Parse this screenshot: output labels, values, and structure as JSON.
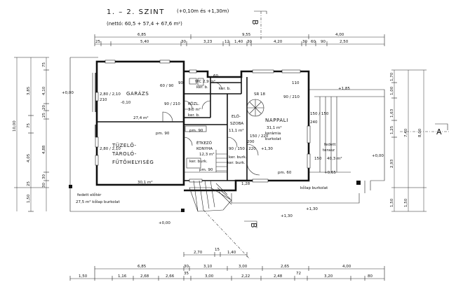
{
  "header": {
    "title": "1. – 2. SZINT",
    "level": "(+0,10m és +1,30m)",
    "net_area": "(nettó: 60,5 + 57,4 + 67,6 m²)"
  },
  "rooms": {
    "garage": {
      "name": "GARÁZS",
      "area": "27,4 m²"
    },
    "fuel_storage": {
      "line1": "TÜZELŐ-",
      "line2": "TÁROLÓ-",
      "line3": "FŰTŐHELYISÉG",
      "area": "30,1 m²"
    },
    "wc": {
      "name": "WC 2,9 m²",
      "floor": "ker. b."
    },
    "corridor": {
      "name": "KÖZL.",
      "area": "3,0 m²",
      "floor": "ker. b."
    },
    "hall": {
      "line1": "ELŐ-",
      "line2": "SZOBA",
      "area": "11,1 m²"
    },
    "kitchen": {
      "line1": "ÉTKEZŐ",
      "line2": "KONYHA",
      "area": "12,3 m²",
      "floor": "ker. burk."
    },
    "living": {
      "name": "NAPPALI",
      "area": "31,1 m²",
      "floor1": "kerámia",
      "floor2": "burkolat"
    },
    "terrace": {
      "line1": "fedett",
      "line2": "terasz",
      "area": "40,3 m²"
    },
    "porch": {
      "line1": "fedett előtér",
      "line2": "27,5 m² kőlap burkolat"
    },
    "terrace_floor": "kőlap burkolat"
  },
  "levels": {
    "garage": "+0,00",
    "garage_floor": "-0,10",
    "living": "+1,85",
    "terrace": "+1,30",
    "terrace2": "+0,00",
    "terrace3": "+0,65",
    "steps": "1,28",
    "porch": "+0,00",
    "entry": "+1,30",
    "living_in": "+1,30"
  },
  "annotations": {
    "stair": "SR 18",
    "kitchen_pm": "pm. 90",
    "living_pm": "pm. 60",
    "hall_pm": "pm. 90",
    "kitchen_sill": "90 / 150 / 220",
    "door_ker": "ker. burk.",
    "living_door": "150 / 220",
    "terrace_door": "150 / 150",
    "garage_door": "2,80 / 2,10",
    "fuel_door": "2,80 / 2,10",
    "garage_window": "60 / 90",
    "section": "A",
    "section_b": "B",
    "ker_b": "ker. b.",
    "pm_small": "pm. 90",
    "wc_door": "60",
    "corridor_door": "90 / 210",
    "corr_90": "90",
    "hall_door": "90 / 210",
    "tiny_150": "150",
    "tiny_110": "110",
    "tiny_240": "240",
    "tiny_200": "200",
    "garage_label2": "210",
    "row_kerburk": "ker. burk."
  },
  "dimensions": {
    "top1": [
      "6,85",
      "9,55",
      "4,00"
    ],
    "top2": [
      "25",
      "5,40",
      "30",
      "3,23",
      "12",
      "1,40",
      "30",
      "4,20",
      "30",
      "60",
      "90",
      "2,50"
    ],
    "bottom_top": [
      "2,70",
      "15",
      "1,40"
    ],
    "bottom1": [
      "6,85",
      "30",
      "3,10",
      "3,00",
      "2,65",
      "4,00"
    ],
    "bottom2": [
      "1,50",
      "1,16",
      "2,68",
      "2,66",
      "35",
      "3,00",
      "2,22",
      "2,48",
      "72",
      "3,20",
      "80"
    ],
    "left1": [
      "10,00"
    ],
    "left2": [
      "3,85",
      "4,10",
      "4,05",
      "4,88",
      "1,50"
    ],
    "left3": [
      "75",
      "20",
      "25",
      "75",
      "30",
      "30",
      "25"
    ],
    "right1": [
      "8,00"
    ],
    "right2": [
      "7,40",
      "1,50"
    ],
    "right3": [
      "1,70",
      "1,00",
      "1,63",
      "1,25",
      "2,93",
      "1,50"
    ]
  }
}
